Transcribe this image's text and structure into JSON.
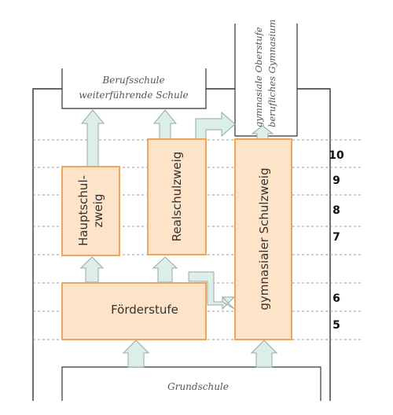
{
  "outer_labels": {
    "berufsschule_line1": "Berufsschule",
    "berufsschule_line2": "weiterführende Schule",
    "oberstufe_line1": "gymnasiale Oberstufe",
    "oberstufe_line2": "berufliches Gymnasium",
    "grundschule": "Grundschule"
  },
  "school_branches": {
    "hauptschulzweig_line1": "Hauptschul-",
    "hauptschulzweig_line2": "zweig",
    "realschulzweig": "Realschulzweig",
    "gymnasial": "gymnasialer Schulzweig",
    "foerderstufe": "Förderstufe"
  },
  "grades": [
    "10",
    "9",
    "8",
    "7",
    "6",
    "5"
  ],
  "colors": {
    "box_fill": "#fde3c8",
    "box_stroke": "#f0a45c",
    "arrow_fill": "#dceeea",
    "arrow_stroke": "#93aaa6",
    "outline": "#333333",
    "dash": "#9a9a9a"
  }
}
